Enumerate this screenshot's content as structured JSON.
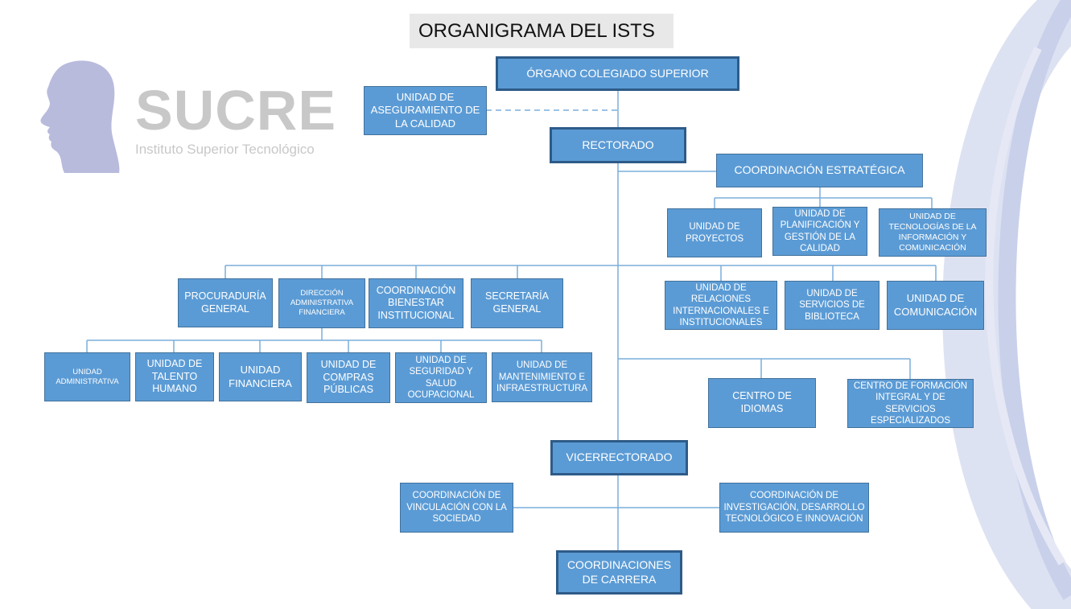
{
  "title": "ORGANIGRAMA DEL ISTS",
  "logo": {
    "name": "SUCRE",
    "subtitle": "Instituto Superior Tecnológico",
    "icon": "profile-head-icon"
  },
  "colors": {
    "box_fill": "#5b9bd5",
    "box_border": "#41719c",
    "major_border": "#2e5b88",
    "line": "#7aaedb",
    "title_bg": "#e8e8e8",
    "logo_gray": "#c8c8c8"
  },
  "nodes": {
    "organo_colegiado": "ÓRGANO COLEGIADO SUPERIOR",
    "aseguramiento": "UNIDAD DE ASEGURAMIENTO DE LA CALIDAD",
    "rectorado": "RECTORADO",
    "coord_estrategica": "COORDINACIÓN ESTRATÉGICA",
    "unidad_proyectos": "UNIDAD DE PROYECTOS",
    "planificacion": "UNIDAD DE PLANIFICACIÓN Y GESTIÓN DE LA CALIDAD",
    "tecnologias": "UNIDAD DE TECNOLOGÍAS DE LA INFORMACIÓN Y COMUNICACIÓN",
    "procuraduria": "PROCURADURÍA GENERAL",
    "direccion_admin": "DIRECCIÓN ADMINISTRATIVA FINANCIERA",
    "bienestar": "COORDINACIÓN BIENESTAR INSTITUCIONAL",
    "secretaria": "SECRETARÍA GENERAL",
    "relaciones": "UNIDAD DE RELACIONES INTERNACIONALES E INSTITUCIONALES",
    "biblioteca": "UNIDAD DE SERVICIOS DE BIBLIOTECA",
    "comunicacion": "UNIDAD DE COMUNICACIÓN",
    "u_administrativa": "UNIDAD ADMINISTRATIVA",
    "talento": "UNIDAD DE TALENTO HUMANO",
    "financiera": "UNIDAD FINANCIERA",
    "compras": "UNIDAD DE COMPRAS PÚBLICAS",
    "seguridad": "UNIDAD DE SEGURIDAD Y SALUD OCUPACIONAL",
    "mantenimiento": "UNIDAD DE MANTENIMIENTO E INFRAESTRUCTURA",
    "idiomas": "CENTRO DE IDIOMAS",
    "formacion": "CENTRO DE FORMACIÓN INTEGRAL Y DE SERVICIOS ESPECIALIZADOS",
    "vicerrectorado": "VICERRECTORADO",
    "vinculacion": "COORDINACIÓN DE VINCULACIÓN CON LA SOCIEDAD",
    "investigacion": "COORDINACIÓN DE INVESTIGACIÓN, DESARROLLO TECNOLÓGICO E INNOVACIÓN",
    "carrera": "COORDINACIONES DE CARRERA"
  }
}
